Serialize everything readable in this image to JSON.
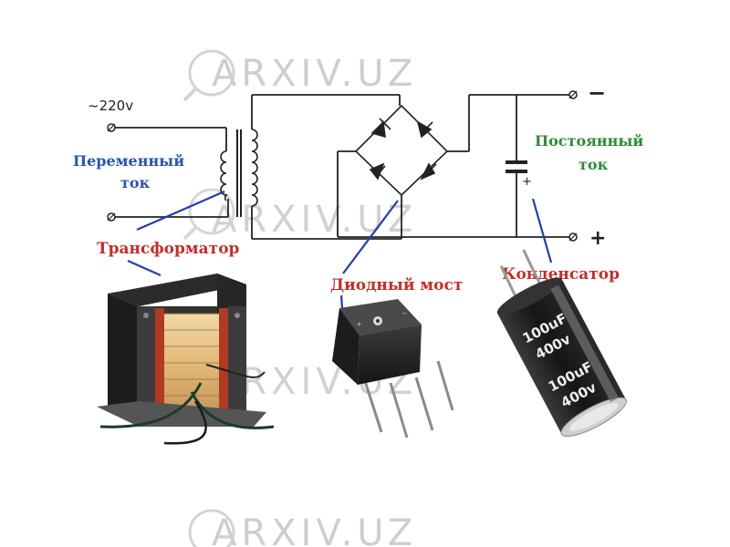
{
  "watermark": {
    "text": "ARXIV.UZ"
  },
  "labels": {
    "voltage_ac": "~220v",
    "ac_current_line1": "Переменный",
    "ac_current_line2": "ток",
    "dc_current_line1": "Постоянный",
    "dc_current_line2": "ток",
    "transformer": "Трансформатор",
    "diode_bridge": "Диодный мост",
    "capacitor": "Конденсатор",
    "terminal_minus": "−",
    "terminal_plus": "+",
    "cap_plus": "+"
  },
  "capacitor_marking": {
    "value_text": "100uF",
    "voltage_text": "400v"
  },
  "colors": {
    "wire": "#222222",
    "ac_label": "#2a55a8",
    "dc_label": "#2e8b3a",
    "red_label": "#c0302a",
    "leader": "#1f3fa8",
    "watermark": "#c9c9c9"
  }
}
